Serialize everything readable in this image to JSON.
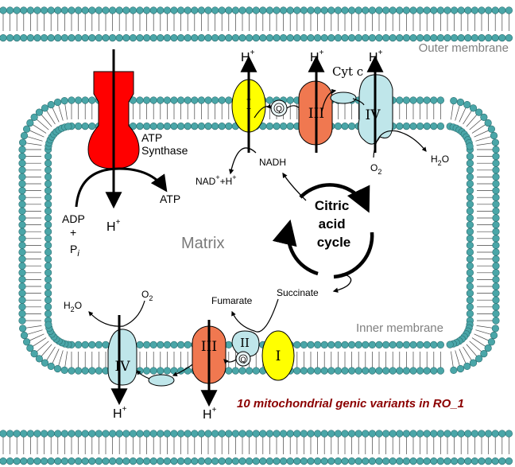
{
  "labels": {
    "outer_membrane": "Outer membrane",
    "inner_membrane": "Inner membrane",
    "matrix": "Matrix",
    "atp_synthase_line1": "ATP",
    "atp_synthase_line2": "Synthase",
    "atp": "ATP",
    "adp": "ADP",
    "plus": "+",
    "pi_p": "P",
    "pi_i": "i",
    "h": "H",
    "plus_sup": "+",
    "nad_prefix": "NAD",
    "nad_mid": "+H",
    "nadh": "NADH",
    "cyt_c": "Cyt c",
    "o": "O",
    "two": "2",
    "h2o_h": "H",
    "h2o_o": "O",
    "citric_1": "Citric",
    "citric_2": "acid",
    "citric_3": "cycle",
    "succinate": "Succinate",
    "fumarate": "Fumarate",
    "complex_I": "I",
    "complex_II": "II",
    "complex_III": "III",
    "complex_IV": "IV",
    "q": "Q",
    "caption": "10 mitochondrial genic variants in RO_1"
  },
  "colors": {
    "complex_I": "#ffff00",
    "complex_III": "#f07850",
    "complex_IV": "#bfe6ea",
    "atp_synthase": "#ff0000",
    "lipid_head": "#4aa6a8",
    "caption": "#8b0000",
    "membrane_label": "#808080"
  }
}
